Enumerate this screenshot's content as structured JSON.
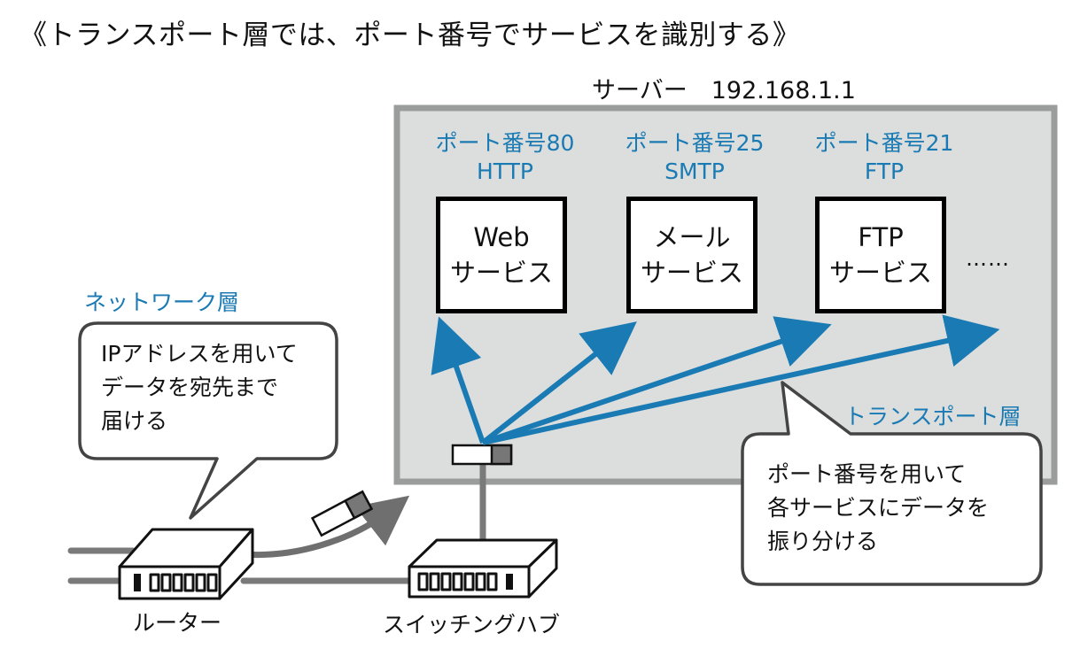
{
  "title": "《トランスポート層では、ポート番号でサービスを識別する》",
  "server": {
    "label": "サーバー　192.168.1.1"
  },
  "services": [
    {
      "port_label": "ポート番号80",
      "protocol": "HTTP",
      "line1": "Web",
      "line2": "サービス"
    },
    {
      "port_label": "ポート番号25",
      "protocol": "SMTP",
      "line1": "メール",
      "line2": "サービス"
    },
    {
      "port_label": "ポート番号21",
      "protocol": "FTP",
      "line1": "FTP",
      "line2": "サービス"
    }
  ],
  "more_services": "……",
  "network_layer": {
    "label": "ネットワーク層",
    "bubble": [
      "IPアドレスを用いて",
      "データを宛先まで",
      "届ける"
    ]
  },
  "transport_layer": {
    "label": "トランスポート層",
    "bubble": [
      "ポート番号を用いて",
      "各サービスにデータを",
      "振り分ける"
    ]
  },
  "devices": {
    "router": "ルーター",
    "switch": "スイッチングハブ"
  },
  "colors": {
    "accent": "#1a7ab3",
    "server_bg": "#dcdedd",
    "server_border": "#9b9d9c",
    "cable": "#7a7a7a"
  }
}
